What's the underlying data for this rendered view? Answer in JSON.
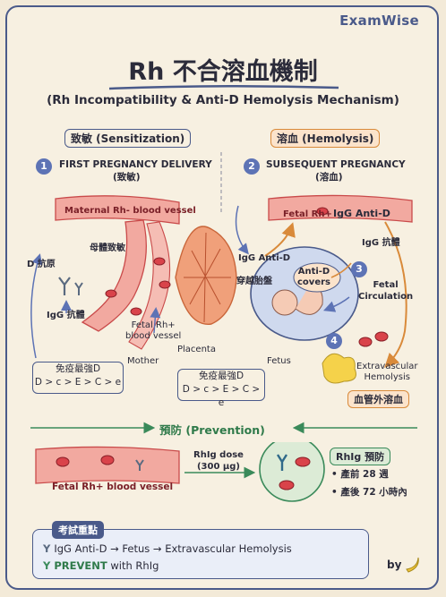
{
  "brand": "ExamWise",
  "title": "Rh 不合溶血機制",
  "subtitle": "(Rh Incompatibility & Anti-D Hemolysis Mechanism)",
  "sections": {
    "sensitization": "致敏 (Sensitization)",
    "hemolysis": "溶血 (Hemolysis)",
    "prevention": "預防 (Prevention)"
  },
  "steps": {
    "s1": {
      "num": "1",
      "line1": "FIRST PREGNANCY DELIVERY",
      "line2": "(致敏)"
    },
    "s2": {
      "num": "2",
      "line1": "SUBSEQUENT PREGNANCY",
      "line2": "(溶血)"
    },
    "s3": {
      "num": "3",
      "line1": "Fetal",
      "line2": "Circulation"
    },
    "s4": {
      "num": "4",
      "line1": "Extravascular",
      "line2": "Hemolysis"
    }
  },
  "labels": {
    "maternal_vessel": "Maternal Rh- blood vessel",
    "maternal_sensitized": "母體致敏",
    "d_antigen": "D 抗原",
    "igg_antibody": "IgG 抗體",
    "fetal_vessel_1": "Fetal Rh+",
    "fetal_vessel_2": "blood vessel",
    "mother": "Mother",
    "placenta": "Placenta",
    "fetus": "Fetus",
    "fetal_rh": "Fetal Rh+",
    "igg_anti_d": "IgG Anti-D",
    "igg_anti_d_small": "IgG Anti-D",
    "cross_placenta": "穿越胎盤",
    "anti_d_covers_1": "Anti-D",
    "anti_d_covers_2": "covers",
    "igg_antibody_2": "IgG 抗體",
    "extravascular_cn": "血管外溶血",
    "prev_vessel": "Fetal Rh+ blood vessel",
    "rhig_dose_1": "RhIg dose",
    "rhig_dose_2": "(300 μg)",
    "rhig_prevention": "RhIg 預防",
    "prenatal": "• 產前 28 週",
    "postnatal": "• 產後 72 小時內"
  },
  "immunity_box_1": {
    "title": "免疫最強D",
    "order": "D > c > E > C > e"
  },
  "immunity_box_2": {
    "title": "免疫最強D",
    "order": "D > c > E > C > e"
  },
  "exam_points": {
    "tag": "考試重點",
    "line1": "IgG Anti-D → Fetus → Extravascular Hemolysis",
    "line2_prefix": "PREVENT",
    "line2_suffix": " with RhIg"
  },
  "byline": "by",
  "colors": {
    "accent": "#4a5a8a",
    "orange": "#d98a3a",
    "green": "#3a8a5a",
    "red": "#c94a4a"
  }
}
